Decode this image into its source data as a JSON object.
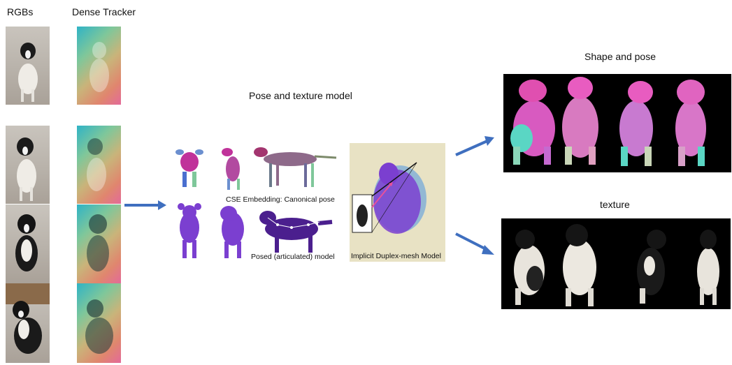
{
  "labels": {
    "rgbs": "RGBs",
    "dense_tracker": "Dense Tracker",
    "pose_texture_model": "Pose and texture model",
    "shape_and_pose": "Shape and pose",
    "texture": "texture",
    "cse_embedding": "CSE Embedding: Canonical pose",
    "posed_model": "Posed (articulated) model",
    "implicit_duplex": "Implicit Duplex-mesh Model"
  },
  "colors": {
    "arrow": "#3f6fbf",
    "pink_arrow": "#e8519a",
    "purple_body": "#7b3fd0",
    "magenta": "#c0329a",
    "panel_black": "#000000",
    "duplex_bg": "#e8e2c4"
  }
}
